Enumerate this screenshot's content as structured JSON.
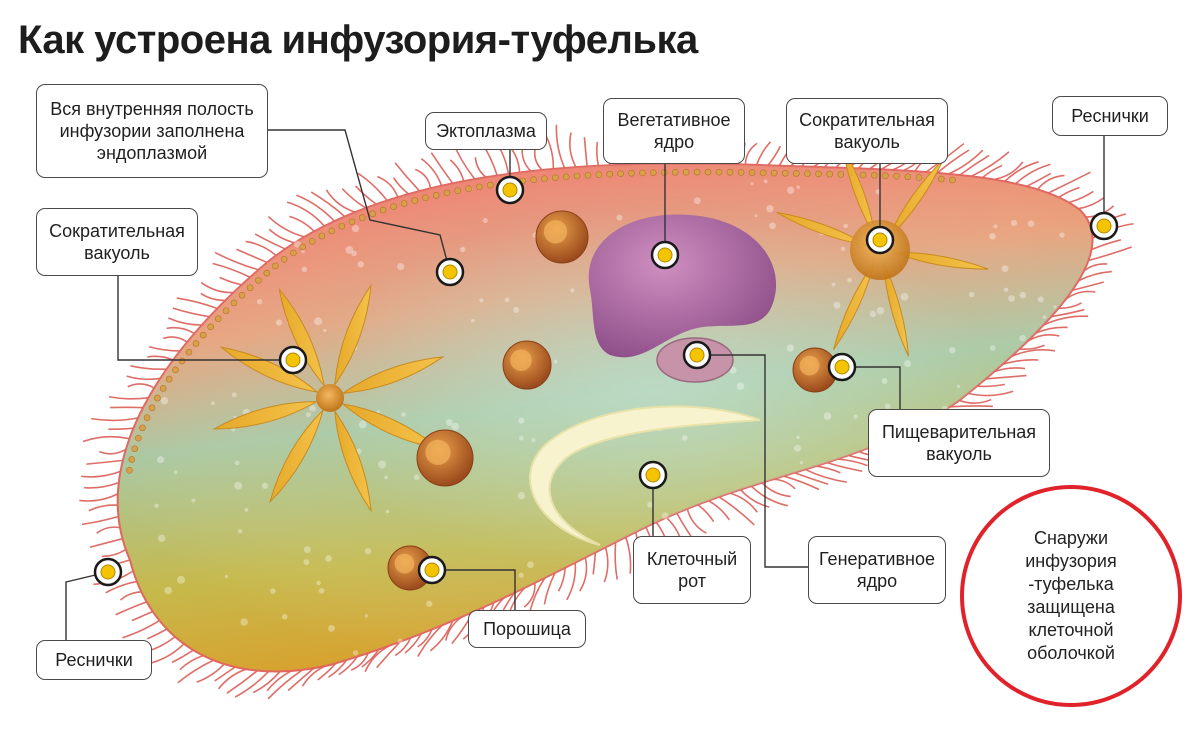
{
  "title": "Как устроена инфузория-туфелька",
  "labels": {
    "endoplasm": "Вся внутренняя полость\nинфузории заполнена\nэндоплазмой",
    "ectoplasm": "Эктоплазма",
    "vegetative_nucleus": "Вегетативное\nядро",
    "contractile_vacuole_top": "Сократительная\nвакуоль",
    "cilia_top": "Реснички",
    "contractile_vacuole_left": "Сократительная\nвакуоль",
    "digestive_vacuole": "Пищеварительная\nвакуоль",
    "cell_mouth": "Клеточный\nрот",
    "generative_nucleus": "Генеративное\nядро",
    "pore": "Порошица",
    "cilia_bottom": "Реснички"
  },
  "note": "Снаружи\nинфузория -туфелька\nзащищена клеточной\nоболочкой",
  "colors": {
    "marker_fill": "#f4c400",
    "marker_ring": "#1a1a1a",
    "note_border": "#e0232b",
    "cilia": "#d8544c"
  }
}
